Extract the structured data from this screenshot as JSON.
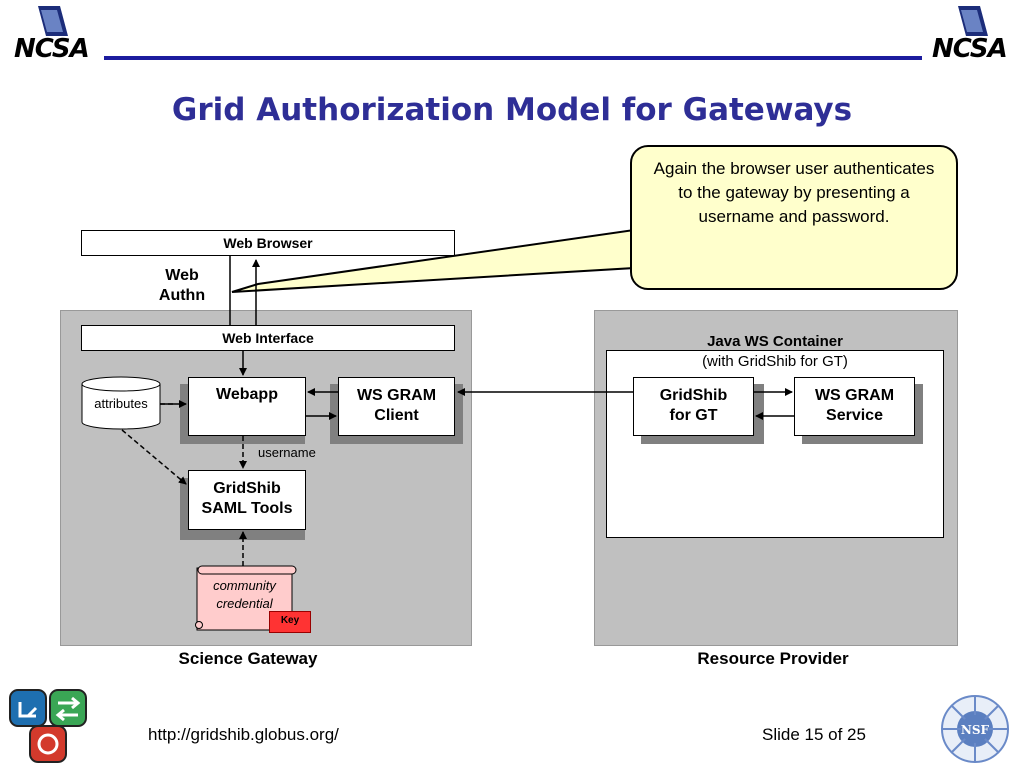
{
  "header": {
    "logo_left": "NCSA",
    "logo_right": "NCSA",
    "title": "Grid Authorization Model for Gateways"
  },
  "callout": {
    "text": "Again the browser user authenticates to the gateway by presenting a username and password."
  },
  "diagram": {
    "web_browser": "Web Browser",
    "web_authn_line1": "Web",
    "web_authn_line2": "Authn",
    "web_interface": "Web Interface",
    "attributes": "attributes",
    "webapp": "Webapp",
    "ws_gram_client_line1": "WS GRAM",
    "ws_gram_client_line2": "Client",
    "username": "username",
    "gridshib_saml_line1": "GridShib",
    "gridshib_saml_line2": "SAML Tools",
    "credential_line1": "community",
    "credential_line2": "credential",
    "key": "Key",
    "science_gateway": "Science Gateway",
    "container_title": "Java WS Container",
    "container_subtitle": "(with GridShib for GT)",
    "gridshib_gt_line1": "GridShib",
    "gridshib_gt_line2": "for GT",
    "ws_gram_service_line1": "WS GRAM",
    "ws_gram_service_line2": "Service",
    "resource_provider": "Resource Provider"
  },
  "footer": {
    "url": "http://gridshib.globus.org/",
    "slide": "Slide 15 of 25",
    "nsf_logo": "NSF"
  },
  "colors": {
    "title": "#2e2e96",
    "rule": "#1c1c9e",
    "panel": "#c0c0c0",
    "callout": "#ffffcc",
    "credential": "#ffcccc",
    "key": "#ff3333"
  }
}
